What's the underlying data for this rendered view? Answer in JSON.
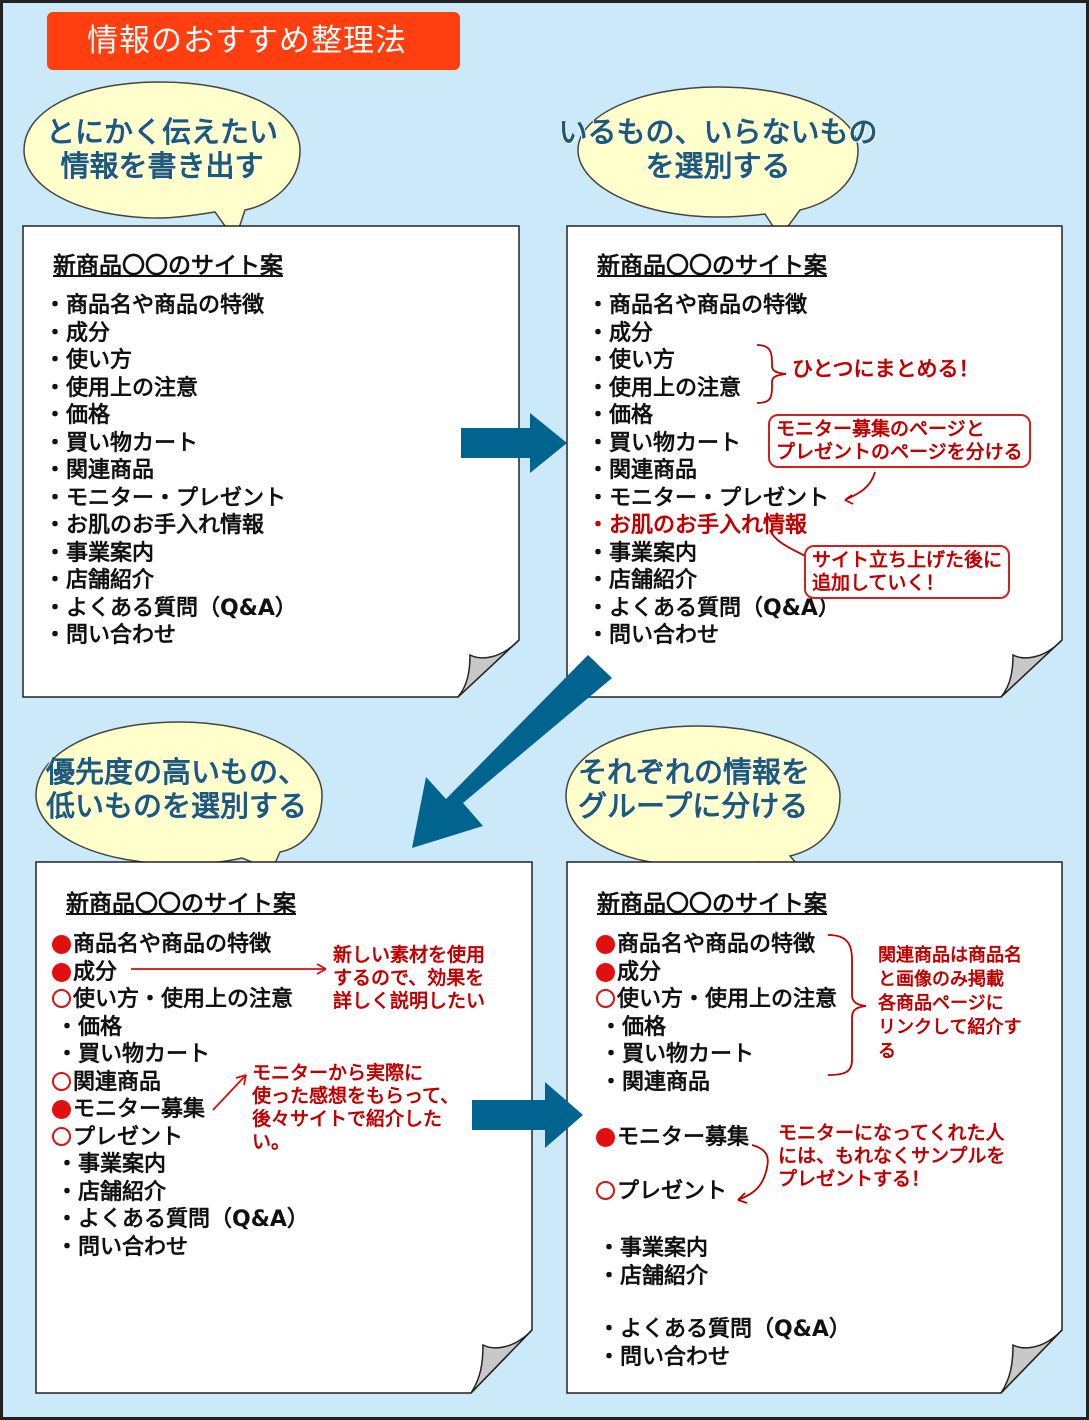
{
  "title": "情報のおすすめ整理法",
  "steps": [
    {
      "bubble": [
        "とにかく伝えたい",
        "情報を書き出す"
      ],
      "doc_title": "新商品〇〇のサイト案",
      "items": [
        "・商品名や商品の特徴",
        "・成分",
        "・使い方",
        "・使用上の注意",
        "・価格",
        "・買い物カート",
        "・関連商品",
        "・モニター・プレゼント",
        "・お肌のお手入れ情報",
        "・事業案内",
        "・店舗紹介",
        "・よくある質問（Q&A）",
        "・問い合わせ"
      ]
    },
    {
      "bubble": [
        "いるもの、いらないもの",
        "を選別する"
      ],
      "doc_title": "新商品〇〇のサイト案",
      "items": [
        "・商品名や商品の特徴",
        "・成分",
        "・使い方",
        "・使用上の注意",
        "・価格",
        "・買い物カート",
        "・関連商品",
        "・モニター・プレゼント",
        "・お肌のお手入れ情報",
        "・事業案内",
        "・店舗紹介",
        "・よくある質問（Q&A）",
        "・問い合わせ"
      ],
      "notes": {
        "combine": "ひとつにまとめる！",
        "split": [
          "モニター募集のページと",
          "プレゼントのページを分ける"
        ],
        "later": [
          "サイト立ち上げた後に",
          "追加していく！"
        ]
      }
    },
    {
      "bubble": [
        "優先度の高いもの、",
        "低いものを選別する"
      ],
      "doc_title": "新商品〇〇のサイト案",
      "items": [
        {
          "mark": "dot",
          "text": "商品名や商品の特徴"
        },
        {
          "mark": "dot",
          "text": "成分"
        },
        {
          "mark": "ring",
          "text": "使い方・使用上の注意"
        },
        {
          "mark": "bullet",
          "text": "・価格"
        },
        {
          "mark": "bullet",
          "text": "・買い物カート"
        },
        {
          "mark": "ring",
          "text": "関連商品"
        },
        {
          "mark": "dot",
          "text": "モニター募集"
        },
        {
          "mark": "ring",
          "text": "プレゼント"
        },
        {
          "mark": "bullet",
          "text": "・事業案内"
        },
        {
          "mark": "bullet",
          "text": "・店舗紹介"
        },
        {
          "mark": "bullet",
          "text": "・よくある質問（Q&A）"
        },
        {
          "mark": "bullet",
          "text": "・問い合わせ"
        }
      ],
      "notes": {
        "ingredients": [
          "新しい素材を使用",
          "するので、効果を",
          "詳しく説明したい"
        ],
        "monitor": [
          "モニターから実際に",
          "使った感想をもらって、",
          "後々サイトで紹介した",
          "い。"
        ]
      }
    },
    {
      "bubble": [
        "それぞれの情報を",
        "グループに分ける"
      ],
      "doc_title": "新商品〇〇のサイト案",
      "group1": [
        {
          "mark": "dot",
          "text": "商品名や商品の特徴"
        },
        {
          "mark": "dot",
          "text": "成分"
        },
        {
          "mark": "ring",
          "text": "使い方・使用上の注意"
        },
        {
          "mark": "bullet",
          "text": "・価格"
        },
        {
          "mark": "bullet",
          "text": "・買い物カート"
        },
        {
          "mark": "bullet",
          "text": "・関連商品"
        }
      ],
      "group2a": {
        "mark": "dot",
        "text": "モニター募集"
      },
      "group2b": {
        "mark": "ring",
        "text": "プレゼント"
      },
      "group3": [
        "・事業案内",
        "・店舗紹介"
      ],
      "group4": [
        "・よくある質問（Q&A）",
        "・問い合わせ"
      ],
      "notes": {
        "related": [
          "関連商品は商品名",
          "と画像のみ掲載",
          "各商品ページに",
          "リンクして紹介す",
          "る"
        ],
        "monitor": [
          "モニターになってくれた人",
          "には、もれなくサンプルを",
          "プレゼントする！"
        ]
      }
    }
  ],
  "colors": {
    "background": "#cce9f9",
    "title_bg": "#ff3f10",
    "bubble_fill": "#ffffcc",
    "arrow": "#00648f",
    "note_red": "#c00000",
    "bubble_text": "#1e5a76"
  }
}
